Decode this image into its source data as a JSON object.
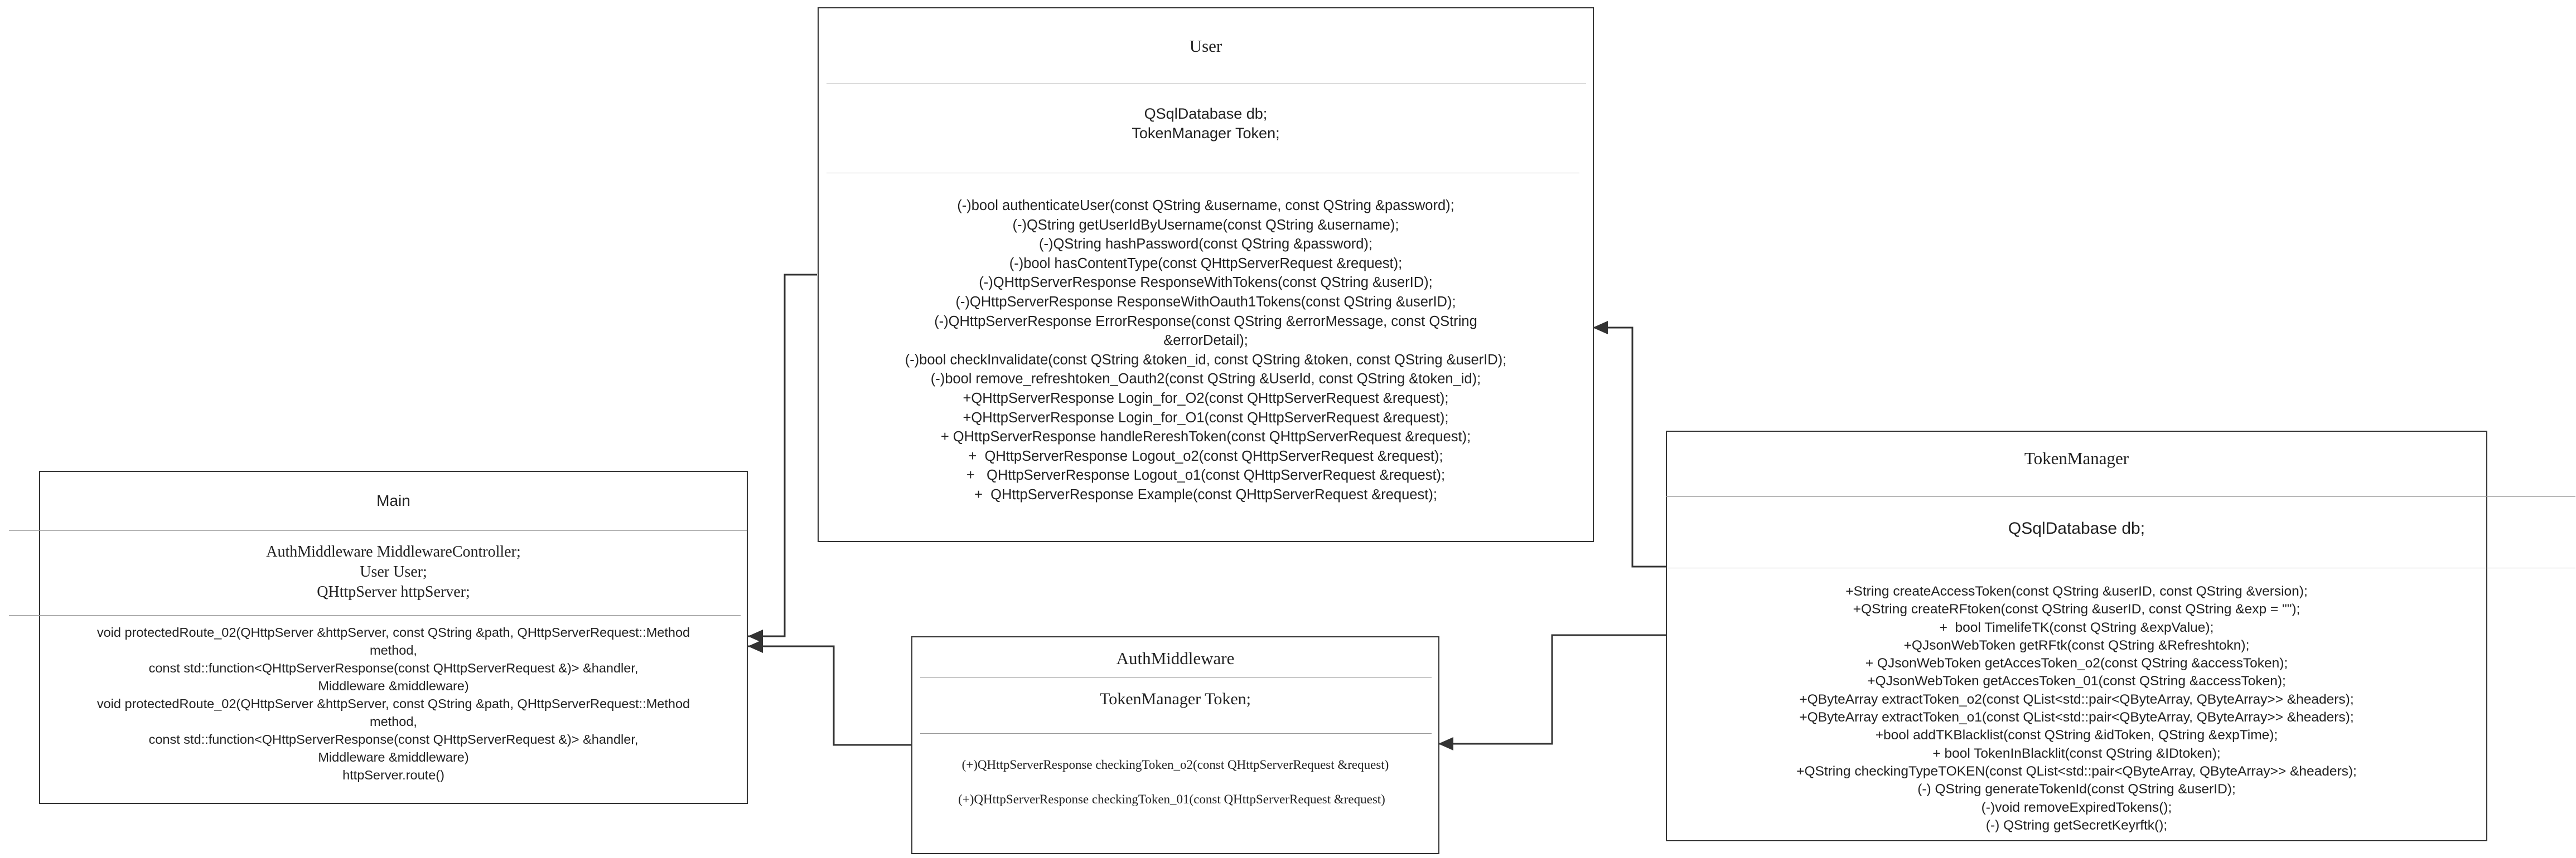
{
  "classes": {
    "user": {
      "name": "User",
      "attributes": [
        "QSqlDatabase db;",
        "TokenManager Token;"
      ],
      "methods": [
        "(-)bool authenticateUser(const QString &username, const QString &password);",
        "(-)QString getUserIdByUsername(const QString &username);",
        "(-)QString hashPassword(const QString &password);",
        "(-)bool hasContentType(const QHttpServerRequest &request);",
        "(-)QHttpServerResponse ResponseWithTokens(const QString &userID);",
        "(-)QHttpServerResponse ResponseWithOauth1Tokens(const QString &userID);",
        "(-)QHttpServerResponse ErrorResponse(const QString &errorMessage, const QString",
        "&errorDetail);",
        "(-)bool checkInvalidate(const QString &token_id, const QString &token, const QString &userID);",
        "(-)bool remove_refreshtoken_Oauth2(const QString &UserId, const QString &token_id);",
        "+QHttpServerResponse Login_for_O2(const QHttpServerRequest &request);",
        "+QHttpServerResponse Login_for_O1(const QHttpServerRequest &request);",
        "+ QHttpServerResponse handleRereshToken(const QHttpServerRequest &request);",
        "+  QHttpServerResponse Logout_o2(const QHttpServerRequest &request);",
        "+   QHttpServerResponse Logout_o1(const QHttpServerRequest &request);",
        "+  QHttpServerResponse Example(const QHttpServerRequest &request);"
      ]
    },
    "main": {
      "name": "Main",
      "attributes": [
        "AuthMiddleware MiddlewareController;",
        "User User;",
        "QHttpServer httpServer;"
      ],
      "methods": [
        "void protectedRoute_02(QHttpServer &httpServer, const QString &path, QHttpServerRequest::Method",
        "method,",
        "const std::function<QHttpServerResponse(const QHttpServerRequest &)> &handler,",
        "Middleware &middleware)",
        "void protectedRoute_02(QHttpServer &httpServer, const QString &path, QHttpServerRequest::Method",
        "method,",
        "const std::function<QHttpServerResponse(const QHttpServerRequest &)> &handler,",
        "Middleware &middleware)",
        "httpServer.route()"
      ]
    },
    "auth": {
      "name": "AuthMiddleware",
      "attributes": [
        "TokenManager Token;"
      ],
      "methods": [
        "(+)QHttpServerResponse checkingToken_o2(const QHttpServerRequest &request)",
        "(+)QHttpServerResponse checkingToken_01(const QHttpServerRequest &request)"
      ]
    },
    "token": {
      "name": "TokenManager",
      "attributes": [
        "QSqlDatabase db;"
      ],
      "methods": [
        "+String createAccessToken(const QString &userID, const QString &version);",
        "+QString createRFtoken(const QString &userID, const QString &exp = \"\");",
        "+  bool TimelifeTK(const QString &expValue);",
        "+QJsonWebToken getRFtk(const QString &Refreshtokn);",
        "+ QJsonWebToken getAccesToken_o2(const QString &accessToken);",
        "+QJsonWebToken getAccesToken_01(const QString &accessToken);",
        "+QByteArray extractToken_o2(const QList<std::pair<QByteArray, QByteArray>> &headers);",
        "+QByteArray extractToken_o1(const QList<std::pair<QByteArray, QByteArray>> &headers);",
        "+bool addTKBlacklist(const QString &idToken, QString &expTime);",
        "+ bool TokenInBlacklit(const QString &IDtoken);",
        "+QString checkingTypeTOKEN(const QList<std::pair<QByteArray, QByteArray>> &headers);",
        "(-) QString generateTokenId(const QString &userID);",
        "(-)void removeExpiredTokens();",
        "(-) QString getSecretKeyrftk();"
      ]
    }
  }
}
